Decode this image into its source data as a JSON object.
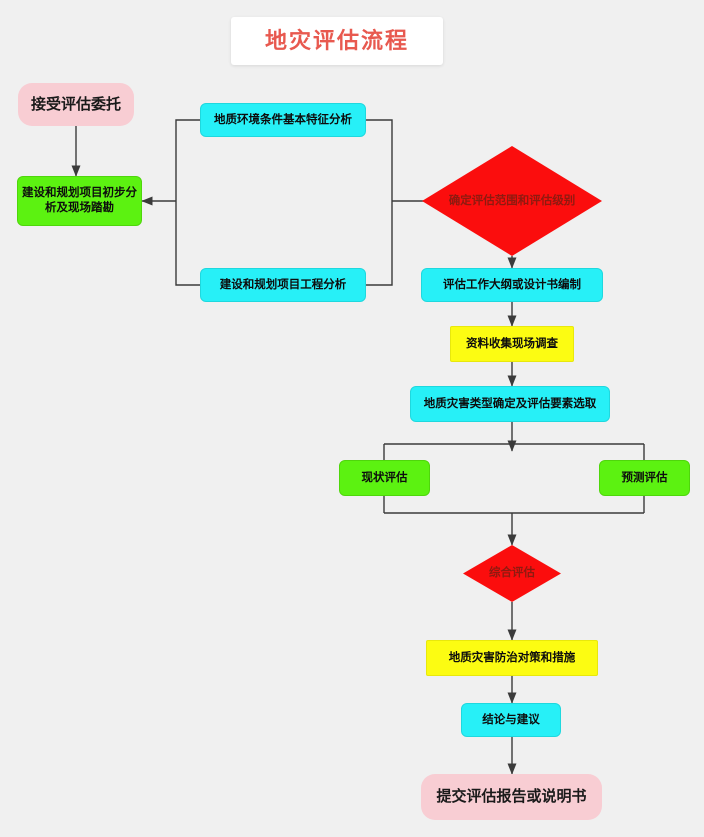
{
  "title": {
    "text": "地灾评估流程",
    "color": "#e8594f"
  },
  "colors": {
    "background": "#f0f0f0",
    "pink": "#f8cdd3",
    "green": "#5cf211",
    "cyan": "#27f0f7",
    "yellow": "#fcfc12",
    "red": "#fb0d0d",
    "edge": "#3b3b3b"
  },
  "nodes": {
    "start": {
      "label": "接受评估委托",
      "type": "terminator",
      "color": "#f8cdd3"
    },
    "preliminary": {
      "label": "建设和规划项目初步分析及现场踏勘",
      "type": "process",
      "color": "#5cf211"
    },
    "geo_env": {
      "label": "地质环境条件基本特征分析",
      "type": "process",
      "color": "#27f0f7"
    },
    "project_eng": {
      "label": "建设和规划项目工程分析",
      "type": "process",
      "color": "#27f0f7"
    },
    "scope_level": {
      "label": "确定评估范围和评估级别",
      "type": "decision",
      "color": "#fb0d0d"
    },
    "outline": {
      "label": "评估工作大纲或设计书编制",
      "type": "process",
      "color": "#27f0f7"
    },
    "survey": {
      "label": "资料收集现场调查",
      "type": "process",
      "color": "#fcfc12"
    },
    "hazard_type": {
      "label": "地质灾害类型确定及评估要素选取",
      "type": "process",
      "color": "#27f0f7"
    },
    "current_eval": {
      "label": "现状评估",
      "type": "process",
      "color": "#5cf211"
    },
    "predict_eval": {
      "label": "预测评估",
      "type": "process",
      "color": "#5cf211"
    },
    "comprehensive_eval": {
      "label": "综合评估",
      "type": "decision",
      "color": "#fb0d0d"
    },
    "countermeasures": {
      "label": "地质灾害防治对策和措施",
      "type": "process",
      "color": "#fcfc12"
    },
    "conclusion": {
      "label": "结论与建议",
      "type": "process",
      "color": "#27f0f7"
    },
    "submit": {
      "label": "提交评估报告或说明书",
      "type": "terminator",
      "color": "#f8cdd3"
    }
  },
  "flow_edges": [
    {
      "from": "start",
      "to": "preliminary"
    },
    {
      "from": "geo_env",
      "to": "preliminary"
    },
    {
      "from": "project_eng",
      "to": "preliminary"
    },
    {
      "from": "geo_env",
      "to": "scope_level"
    },
    {
      "from": "project_eng",
      "to": "scope_level"
    },
    {
      "from": "scope_level",
      "to": "outline"
    },
    {
      "from": "outline",
      "to": "survey"
    },
    {
      "from": "survey",
      "to": "hazard_type"
    },
    {
      "from": "hazard_type",
      "to": "current_eval"
    },
    {
      "from": "hazard_type",
      "to": "predict_eval"
    },
    {
      "from": "hazard_type",
      "to": "comprehensive_eval"
    },
    {
      "from": "current_eval",
      "to": "comprehensive_eval"
    },
    {
      "from": "predict_eval",
      "to": "comprehensive_eval"
    },
    {
      "from": "comprehensive_eval",
      "to": "countermeasures"
    },
    {
      "from": "countermeasures",
      "to": "conclusion"
    },
    {
      "from": "conclusion",
      "to": "submit"
    }
  ]
}
